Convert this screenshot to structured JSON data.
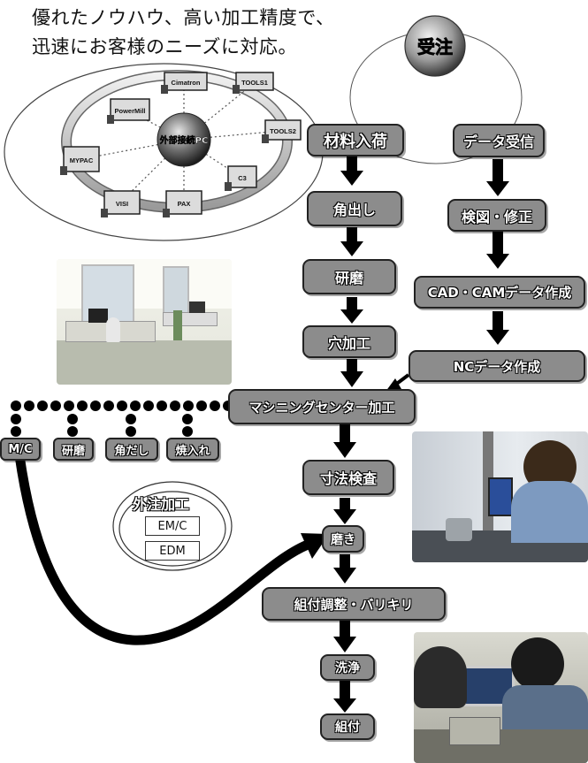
{
  "headline": [
    "優れたノウハウ、高い加工精度で、",
    "迅速にお客様のニーズに対応。"
  ],
  "network": {
    "hub": "外部接続PC",
    "nodes": [
      "Cimatron",
      "TOOLS1",
      "TOOLS2",
      "C3",
      "PAX",
      "VISI",
      "MYPAC",
      "PowerMill"
    ]
  },
  "flow": {
    "order": "受注",
    "left": [
      "材料入荷",
      "角出し",
      "研磨",
      "穴加工"
    ],
    "right": [
      "データ受信",
      "検図・修正",
      "CAD・CAMデータ作成",
      "NCデータ作成"
    ],
    "center": [
      "マシニングセンター加工",
      "寸法検査",
      "磨き",
      "組付調整・バリキリ",
      "洗浄",
      "組付"
    ],
    "branches": [
      "M/C",
      "研磨",
      "角だし",
      "焼入れ"
    ]
  },
  "outsourcing": {
    "title": "外注加工",
    "items": [
      "EM/C",
      "EDM"
    ]
  },
  "colors": {
    "box_fill": "#8c8c8c",
    "box_border": "#222222",
    "arrow": "#000000"
  }
}
